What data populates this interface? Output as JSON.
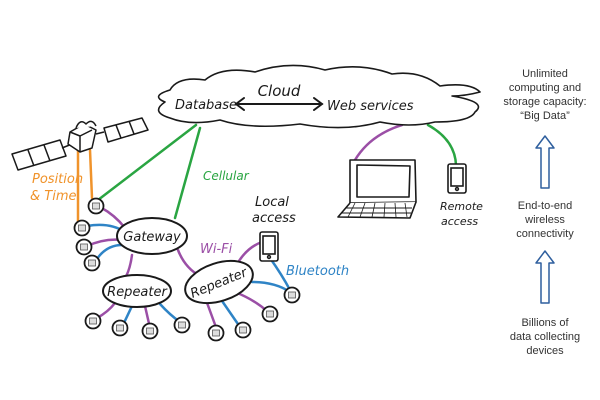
{
  "cloud": {
    "title": "Cloud",
    "database_label": "Database",
    "web_services_label": "Web services"
  },
  "labels": {
    "position_time_line1": "Position",
    "position_time_line2": "& Time",
    "cellular": "Cellular",
    "wifi": "Wi-Fi",
    "bluetooth": "Bluetooth",
    "local_access_line1": "Local",
    "local_access_line2": "access",
    "remote_access_line1": "Remote",
    "remote_access_line2": "access"
  },
  "nodes": {
    "gateway": "Gateway",
    "repeater_left": "Repeater",
    "repeater_right": "Repeater"
  },
  "side_panel": {
    "top": [
      "Unlimited",
      "computing and",
      "storage capacity:",
      "“Big Data”"
    ],
    "middle": [
      "End-to-end",
      "wireless",
      "connectivity"
    ],
    "bottom": [
      "Billions of",
      "data collecting",
      "devices"
    ]
  },
  "colors": {
    "orange": "#f0932b",
    "green": "#2aa542",
    "purple": "#9b4fa6",
    "blue": "#2f84c6",
    "arrow_blue": "#2f5f9e",
    "ink": "#1a1a1a"
  }
}
